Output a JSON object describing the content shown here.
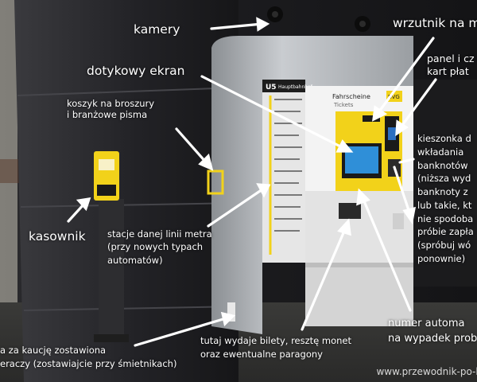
{
  "photo": {
    "machine_header": "Fahrscheine",
    "machine_subheader": "Tickets",
    "brand_badge": "BVG",
    "line_badge": "U5",
    "line_sign": "Hauptbahnhof"
  },
  "annotations": {
    "kamery": "kamery",
    "wrzutnik": "wrzutnik na m",
    "dotykowy_ekran": "dotykowy ekran",
    "panel_line1": "panel i cz",
    "panel_line2": "kart płat",
    "koszyk_line1": "koszyk na broszury",
    "koszyk_line2": "i branżowe pisma",
    "kieszonka_lines": [
      "kieszonka d",
      "wkładania",
      "banknotów",
      "(niższa wyd",
      "banknoty z",
      "lub takie, kt",
      "nie spodoba",
      "próbie zapła",
      "(spróbuj wó",
      "ponownie)"
    ],
    "kasownik": "kasownik",
    "stacje_lines": [
      "stacje danej linii metra",
      "(przy nowych typach",
      "automatów)"
    ],
    "numer_line1": "numer automa",
    "numer_line2": "na wypadek prob",
    "tutaj_line1": "tutaj wydaje bilety, resztę monet",
    "tutaj_line2": "oraz ewentualne paragony",
    "kaucja_line1": "a za kaucję zostawiona",
    "kaucja_line2": "eraczy (zostawiajcie przy śmietnikach)"
  },
  "watermark": "www.przewodnik-po-b",
  "colors": {
    "accent_yellow": "#f2d21a",
    "screen_blue": "#2f8fd8",
    "machine_grey": "#b9bcbf",
    "wall_dark": "#1c1c1e"
  }
}
